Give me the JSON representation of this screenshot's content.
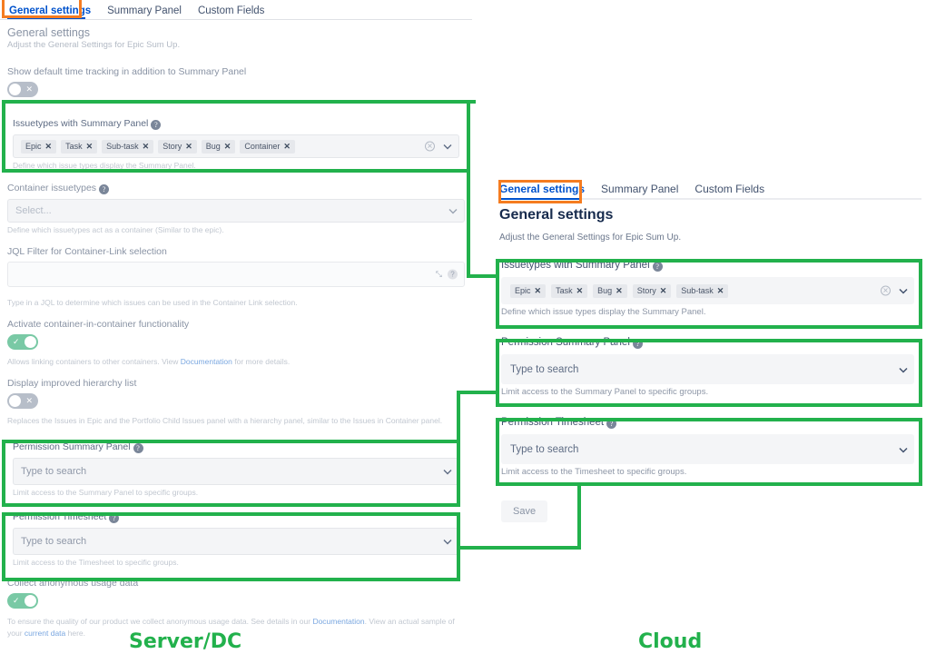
{
  "captions": {
    "server": "Server/DC",
    "cloud": "Cloud"
  },
  "colors": {
    "highlight_green": "#22b14c",
    "highlight_orange": "#f57c20",
    "link_blue": "#0052cc",
    "toggle_on": "#79c9a5",
    "toggle_off": "#b7bec9"
  },
  "server": {
    "tabs": [
      {
        "label": "General settings",
        "active": true
      },
      {
        "label": "Summary Panel",
        "active": false
      },
      {
        "label": "Custom Fields",
        "active": false
      }
    ],
    "section_title": "General settings",
    "section_subtitle": "Adjust the General Settings for Epic Sum Up.",
    "time_tracking": {
      "label": "Show default time tracking in addition to Summary Panel",
      "toggle_state": "off",
      "toggle_mark": "✕"
    },
    "issuetypes": {
      "label": "Issuetypes with Summary Panel",
      "help_icon": "?",
      "chips": [
        "Epic",
        "Task",
        "Sub-task",
        "Story",
        "Bug",
        "Container"
      ],
      "chip_remove": "✕",
      "clear_icon": "✕",
      "description": "Define which issue types display the Summary Panel."
    },
    "container_issuetypes": {
      "label": "Container issuetypes",
      "help_icon": "?",
      "placeholder": "Select...",
      "description": "Define which issuetypes act as a container (Similar to the epic)."
    },
    "jql_filter": {
      "label": "JQL Filter for Container-Link selection",
      "value": "",
      "expand_icon": "⤡",
      "help_icon": "?",
      "description": "Type in a JQL to determine which issues can be used in the Container Link selection."
    },
    "container_in_container": {
      "label": "Activate container-in-container functionality",
      "toggle_state": "on",
      "toggle_mark": "✓",
      "description_pre": "Allows linking containers to other containers. View ",
      "description_link": "Documentation",
      "description_post": " for more details."
    },
    "hierarchy_list": {
      "label": "Display improved hierarchy list",
      "toggle_state": "off",
      "toggle_mark": "✕",
      "description": "Replaces the Issues in Epic and the Portfolio Child Issues panel with a hierarchy panel, similar to the Issues in Container panel."
    },
    "permission_summary": {
      "label": "Permission Summary Panel",
      "help_icon": "?",
      "placeholder": "Type to search",
      "description": "Limit access to the Summary Panel to specific groups."
    },
    "permission_timesheet": {
      "label": "Permission Timesheet",
      "help_icon": "?",
      "placeholder": "Type to search",
      "description": "Limit access to the Timesheet to specific groups."
    },
    "usage_data": {
      "label": "Collect anonymous usage data",
      "toggle_state": "on",
      "toggle_mark": "✓",
      "description_pre": "To ensure the quality of our product we collect anonymous usage data. See details in our ",
      "description_link1": "Documentation",
      "description_mid": ". View an actual sample of your ",
      "description_link2": "current data",
      "description_post": " here."
    }
  },
  "cloud": {
    "tabs": [
      {
        "label": "General settings",
        "active": true
      },
      {
        "label": "Summary Panel",
        "active": false
      },
      {
        "label": "Custom Fields",
        "active": false
      }
    ],
    "heading": "General settings",
    "subtitle": "Adjust the General Settings for Epic Sum Up.",
    "issuetypes": {
      "label": "Issuetypes with Summary Panel",
      "help_icon": "?",
      "chips": [
        "Epic",
        "Task",
        "Bug",
        "Story",
        "Sub-task"
      ],
      "chip_remove": "✕",
      "clear_icon": "✕",
      "description": "Define which issue types display the Summary Panel."
    },
    "permission_summary": {
      "label": "Permission Summary Panel",
      "help_icon": "?",
      "placeholder": "Type to search",
      "description": "Limit access to the Summary Panel to specific groups."
    },
    "permission_timesheet": {
      "label": "Permission Timesheet",
      "help_icon": "?",
      "placeholder": "Type to search",
      "description": "Limit access to the Timesheet to specific groups."
    },
    "save_label": "Save"
  }
}
